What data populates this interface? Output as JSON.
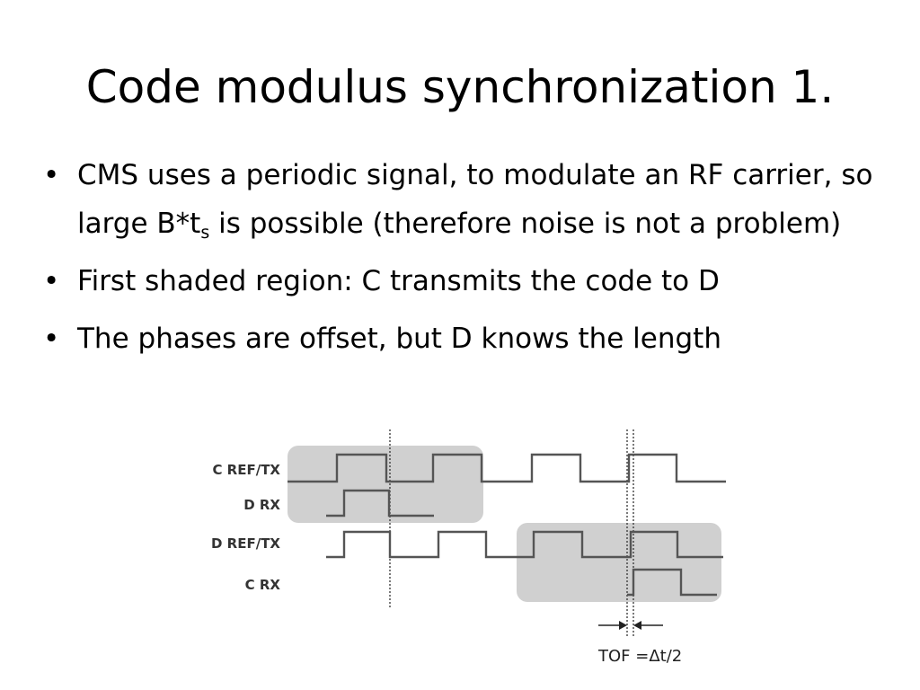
{
  "slide": {
    "title": "Code modulus synchronization 1.",
    "bullets": [
      {
        "text_before_sub": "CMS uses a periodic signal, to modulate an RF carrier, so large B*t",
        "sub": "s",
        "text_after_sub": " is possible (therefore noise is not a problem)"
      },
      {
        "text": "First shaded region: C transmits the code to D"
      },
      {
        "text": "The phases are offset, but D knows the length"
      }
    ],
    "bullet_glyph": "•"
  },
  "diagram": {
    "signal_labels": {
      "c_ref_tx": "C REF/TX",
      "d_rx": "D RX",
      "d_ref_tx": "D REF/TX",
      "c_rx": "C RX"
    },
    "tof_label": "TOF =Δt/2",
    "colors": {
      "signal": "#555555",
      "shade": "#d0d0d0",
      "marker_line": "#333333"
    }
  }
}
